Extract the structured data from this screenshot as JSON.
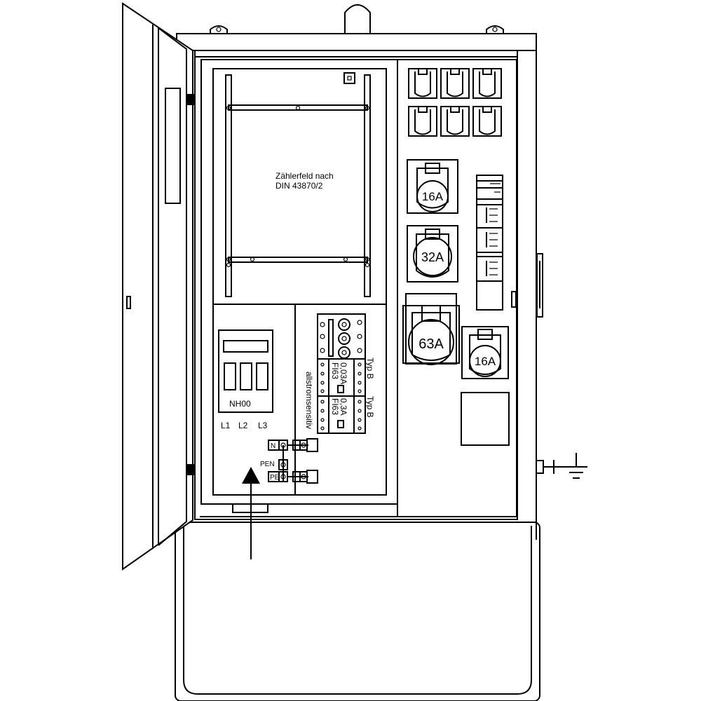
{
  "meter_field": {
    "line1": "Zählerfeld nach",
    "line2": "DIN 43870/2"
  },
  "fuse": {
    "label": "NH00",
    "phases": [
      "L1",
      "L2",
      "L3"
    ]
  },
  "rcd": [
    {
      "rating": "FI63",
      "current": "0,03A",
      "type": "Typ B"
    },
    {
      "rating": "FI63",
      "current": "0,3A",
      "type": "Typ B"
    }
  ],
  "rcd_note": "allstromsensitiv",
  "terminals": {
    "n": "N",
    "pen": "PEN",
    "pe": "PE"
  },
  "cee_sockets": [
    {
      "rating": "16A"
    },
    {
      "rating": "32A"
    },
    {
      "rating": "63A"
    },
    {
      "rating": "16A"
    }
  ]
}
